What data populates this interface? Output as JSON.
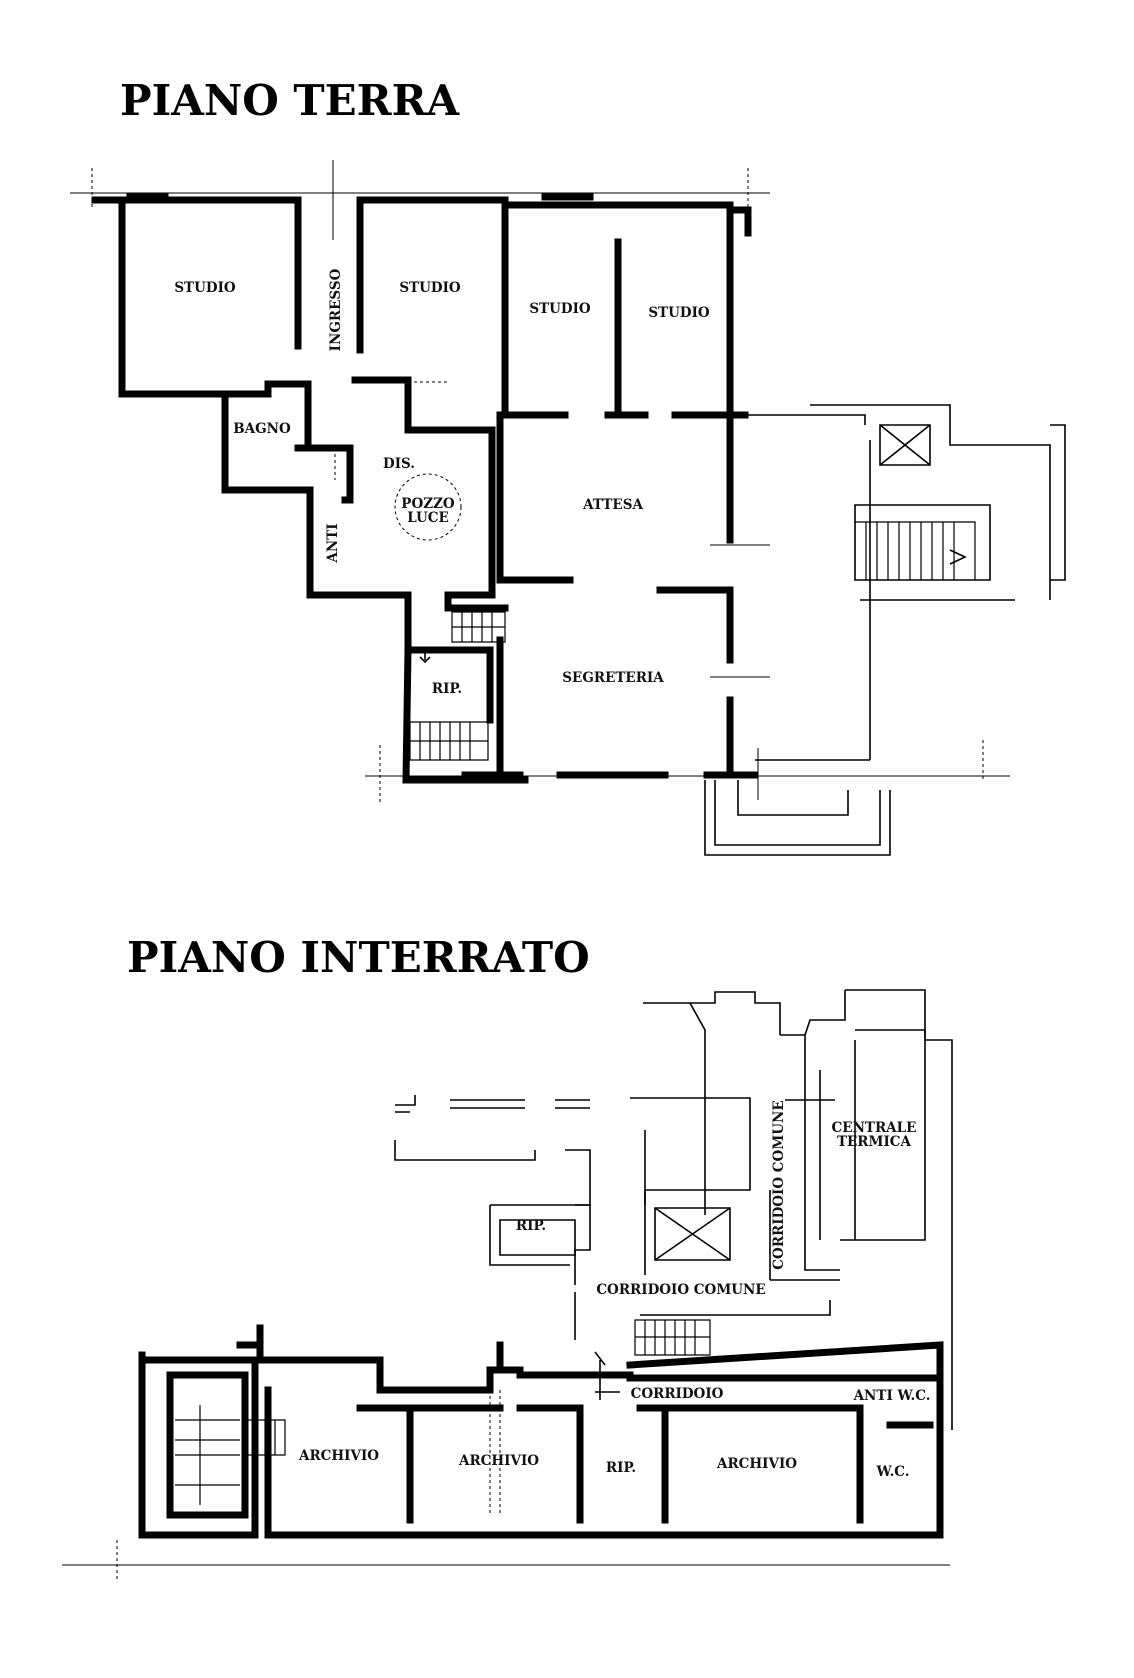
{
  "ground_floor": {
    "title": "PIANO TERRA",
    "rooms": {
      "studio_1": "STUDIO",
      "studio_2": "STUDIO",
      "studio_3": "STUDIO",
      "studio_4": "STUDIO",
      "ingresso": "INGRESSO",
      "bagno": "BAGNO",
      "dis": "DIS.",
      "pozzo_1": "POZZO",
      "pozzo_2": "LUCE",
      "anti": "ANTI",
      "attesa": "ATTESA",
      "rip": "RIP.",
      "segreteria": "SEGRETERIA"
    }
  },
  "basement": {
    "title": "PIANO INTERRATO",
    "rooms": {
      "centrale_1": "CENTRALE",
      "centrale_2": "TERMICA",
      "corridoio_comune_v": "CORRIDOIO COMUNE",
      "rip_top": "RIP.",
      "corridoio_comune_h": "CORRIDOIO COMUNE",
      "corridoio": "CORRIDOIO",
      "anti_wc": "ANTI W.C.",
      "archivio_1": "ARCHIVIO",
      "archivio_2": "ARCHIVIO",
      "rip_bottom": "RIP.",
      "archivio_3": "ARCHIVIO",
      "wc": "W.C."
    }
  }
}
